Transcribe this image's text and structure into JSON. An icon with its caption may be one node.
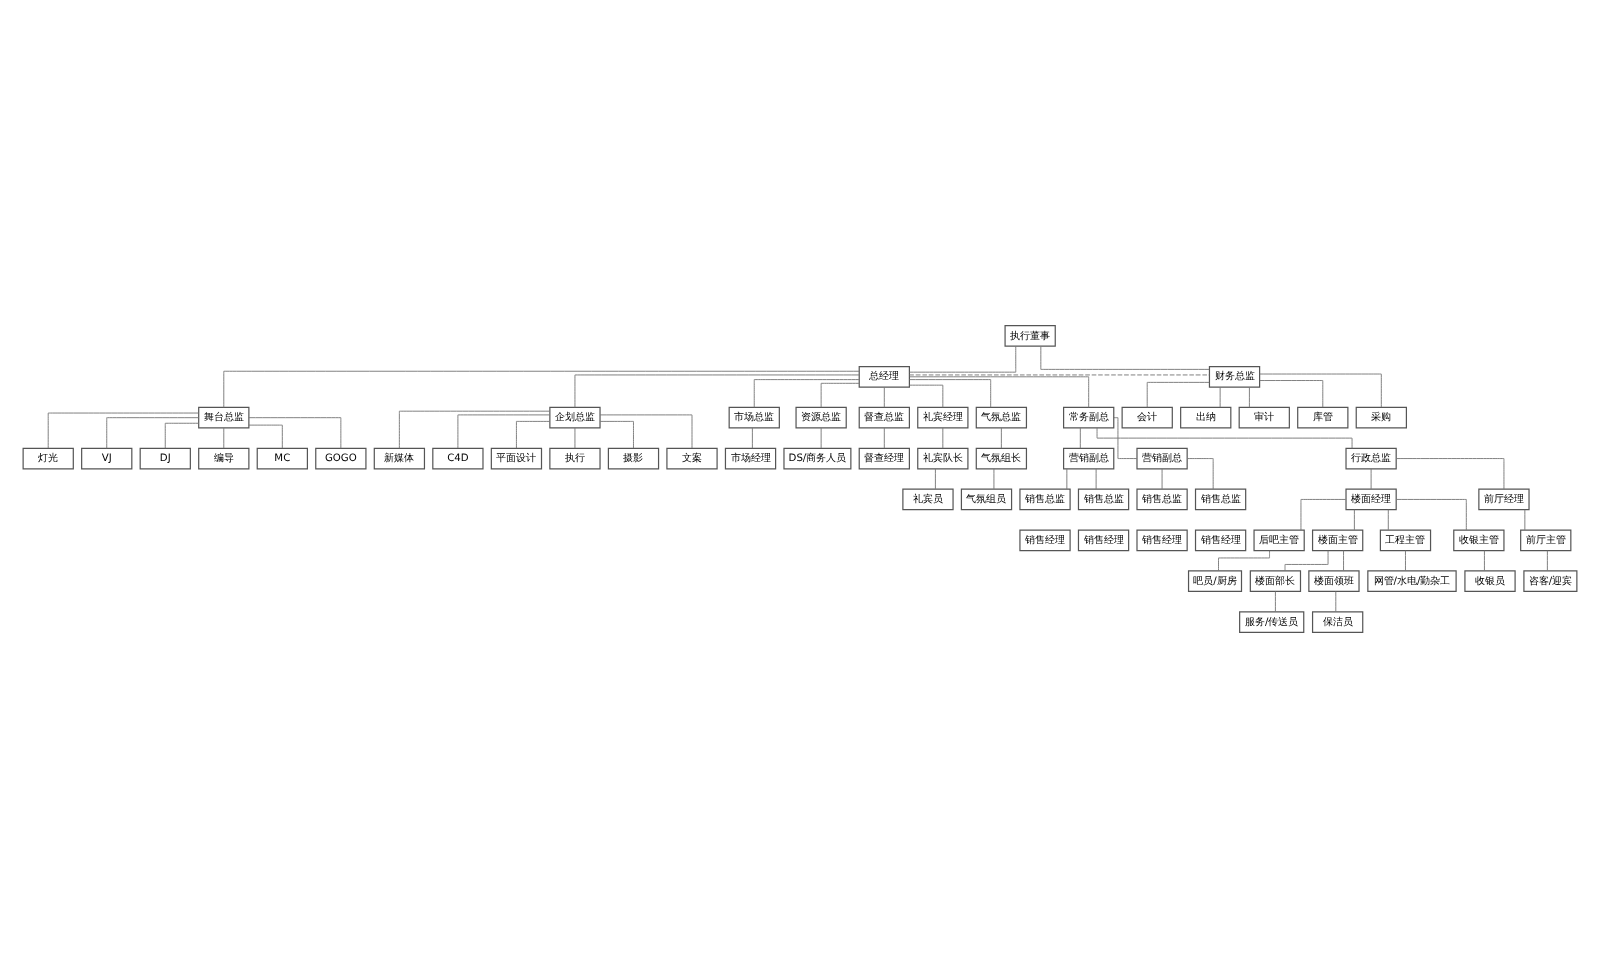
{
  "diagram": {
    "nodes": [
      {
        "text": [
          "执行董事"
        ]
      },
      {
        "text": [
          "总经理"
        ]
      },
      {
        "text": [
          "财务总监"
        ]
      },
      {
        "text": [
          "会计"
        ]
      },
      {
        "text": [
          "出纳"
        ]
      },
      {
        "text": [
          "审计"
        ]
      },
      {
        "text": [
          "库管"
        ]
      },
      {
        "text": [
          "采购"
        ]
      },
      {
        "text": [
          "舞台总监"
        ]
      },
      {
        "text": [
          "灯光"
        ]
      },
      {
        "text": [
          "VJ"
        ]
      },
      {
        "text": [
          "DJ"
        ]
      },
      {
        "text": [
          "编导"
        ]
      },
      {
        "text": [
          "MC"
        ]
      },
      {
        "text": [
          "GOGO"
        ]
      },
      {
        "text": [
          "企划总监"
        ]
      },
      {
        "text": [
          "新媒体"
        ]
      },
      {
        "text": [
          "C4D"
        ]
      },
      {
        "text": [
          "平面设计"
        ]
      },
      {
        "text": [
          "执行"
        ]
      },
      {
        "text": [
          "摄影"
        ]
      },
      {
        "text": [
          "文案"
        ]
      },
      {
        "text": [
          "市场总监"
        ]
      },
      {
        "text": [
          "市场经理"
        ]
      },
      {
        "text": [
          "资源总监"
        ]
      },
      {
        "text": [
          "DS/商务人员"
        ]
      },
      {
        "text": [
          "督查总监"
        ]
      },
      {
        "text": [
          "督查经理"
        ]
      },
      {
        "text": [
          "礼宾经理"
        ]
      },
      {
        "text": [
          "礼宾队长"
        ]
      },
      {
        "text": [
          "礼宾员"
        ]
      },
      {
        "text": [
          "气氛总监"
        ]
      },
      {
        "text": [
          "气氛组长"
        ]
      },
      {
        "text": [
          "气氛组员"
        ]
      },
      {
        "text": [
          "常务副总"
        ]
      },
      {
        "text": [
          "营销副总"
        ]
      },
      {
        "text": [
          "销售总监"
        ]
      },
      {
        "text": [
          "销售总监"
        ]
      },
      {
        "text": [
          "销售经理"
        ]
      },
      {
        "text": [
          "销售经理"
        ]
      },
      {
        "text": [
          "营销副总"
        ]
      },
      {
        "text": [
          "销售总监"
        ]
      },
      {
        "text": [
          "销售总监"
        ]
      },
      {
        "text": [
          "销售经理"
        ]
      },
      {
        "text": [
          "销售经理"
        ]
      },
      {
        "text": [
          "行政总监"
        ]
      },
      {
        "text": [
          "楼面经理"
        ]
      },
      {
        "text": [
          "前厅经理"
        ]
      },
      {
        "text": [
          "后吧主管"
        ]
      },
      {
        "text": [
          "楼面主管"
        ]
      },
      {
        "text": [
          "工程主管"
        ]
      },
      {
        "text": [
          "收银主管"
        ]
      },
      {
        "text": [
          "前厅主管"
        ]
      },
      {
        "text": [
          "咨客/迎宾"
        ]
      },
      {
        "text": [
          "吧员/厨房"
        ]
      },
      {
        "text": [
          "楼面部长"
        ]
      },
      {
        "text": [
          "楼面领班"
        ]
      },
      {
        "text": [
          "服务/传送员"
        ]
      },
      {
        "text": [
          "保洁员"
        ]
      },
      {
        "text": [
          "网管/水电/勤杂工"
        ]
      },
      {
        "text": [
          "收银员"
        ]
      }
    ],
    "edges": [
      {
        "from": 0,
        "to": 1,
        "arrow": "none"
      },
      {
        "from": 0,
        "to": 2,
        "arrow": "none"
      },
      {
        "from": 1,
        "to": 2,
        "arrow": "none",
        "style": "dashed"
      },
      {
        "from": 2,
        "to": 3,
        "arrow": "none"
      },
      {
        "from": 2,
        "to": 4,
        "arrow": "none"
      },
      {
        "from": 2,
        "to": 5,
        "arrow": "none"
      },
      {
        "from": 2,
        "to": 6,
        "arrow": "none"
      },
      {
        "from": 2,
        "to": 7,
        "arrow": "none"
      },
      {
        "from": 1,
        "to": 8,
        "arrow": "none"
      },
      {
        "from": 1,
        "to": 15,
        "arrow": "none"
      },
      {
        "from": 1,
        "to": 22,
        "arrow": "none"
      },
      {
        "from": 1,
        "to": 24,
        "arrow": "none"
      },
      {
        "from": 1,
        "to": 26,
        "arrow": "none"
      },
      {
        "from": 1,
        "to": 28,
        "arrow": "none"
      },
      {
        "from": 1,
        "to": 31,
        "arrow": "none"
      },
      {
        "from": 1,
        "to": 34,
        "arrow": "none"
      },
      {
        "from": 8,
        "to": 9,
        "arrow": "none"
      },
      {
        "from": 8,
        "to": 10,
        "arrow": "none"
      },
      {
        "from": 8,
        "to": 11,
        "arrow": "none"
      },
      {
        "from": 8,
        "to": 12,
        "arrow": "none"
      },
      {
        "from": 8,
        "to": 13,
        "arrow": "none"
      },
      {
        "from": 8,
        "to": 14,
        "arrow": "none"
      },
      {
        "from": 15,
        "to": 16,
        "arrow": "none"
      },
      {
        "from": 15,
        "to": 17,
        "arrow": "none"
      },
      {
        "from": 15,
        "to": 18,
        "arrow": "none"
      },
      {
        "from": 15,
        "to": 19,
        "arrow": "none"
      },
      {
        "from": 15,
        "to": 20,
        "arrow": "none"
      },
      {
        "from": 15,
        "to": 21,
        "arrow": "none"
      },
      {
        "from": 22,
        "to": 23,
        "arrow": "none"
      },
      {
        "from": 24,
        "to": 25,
        "arrow": "none"
      },
      {
        "from": 26,
        "to": 27,
        "arrow": "none"
      },
      {
        "from": 28,
        "to": 29,
        "arrow": "none"
      },
      {
        "from": 29,
        "to": 30,
        "arrow": "none"
      },
      {
        "from": 31,
        "to": 32,
        "arrow": "none"
      },
      {
        "from": 32,
        "to": 33,
        "arrow": "none"
      },
      {
        "from": 34,
        "to": 35,
        "arrow": "none"
      },
      {
        "from": 34,
        "to": 40,
        "arrow": "none"
      },
      {
        "from": 34,
        "to": 45,
        "arrow": "none"
      },
      {
        "from": 35,
        "to": 36,
        "arrow": "none"
      },
      {
        "from": 35,
        "to": 37,
        "arrow": "none"
      },
      {
        "from": 40,
        "to": 41,
        "arrow": "none"
      },
      {
        "from": 40,
        "to": 42,
        "arrow": "none"
      },
      {
        "from": 45,
        "to": 46,
        "arrow": "none"
      },
      {
        "from": 45,
        "to": 47,
        "arrow": "none"
      },
      {
        "from": 46,
        "to": 48,
        "arrow": "none"
      },
      {
        "from": 46,
        "to": 49,
        "arrow": "none"
      },
      {
        "from": 46,
        "to": 50,
        "arrow": "none"
      },
      {
        "from": 46,
        "to": 51,
        "arrow": "none"
      },
      {
        "from": 47,
        "to": 52,
        "arrow": "none"
      },
      {
        "from": 52,
        "to": 53,
        "arrow": "none"
      },
      {
        "from": 48,
        "to": 54,
        "arrow": "none"
      },
      {
        "from": 49,
        "to": 55,
        "arrow": "none"
      },
      {
        "from": 49,
        "to": 56,
        "arrow": "none"
      },
      {
        "from": 55,
        "to": 57,
        "arrow": "none"
      },
      {
        "from": 56,
        "to": 58,
        "arrow": "none"
      },
      {
        "from": 50,
        "to": 59,
        "arrow": "none"
      },
      {
        "from": 51,
        "to": 60,
        "arrow": "none"
      }
    ]
  }
}
